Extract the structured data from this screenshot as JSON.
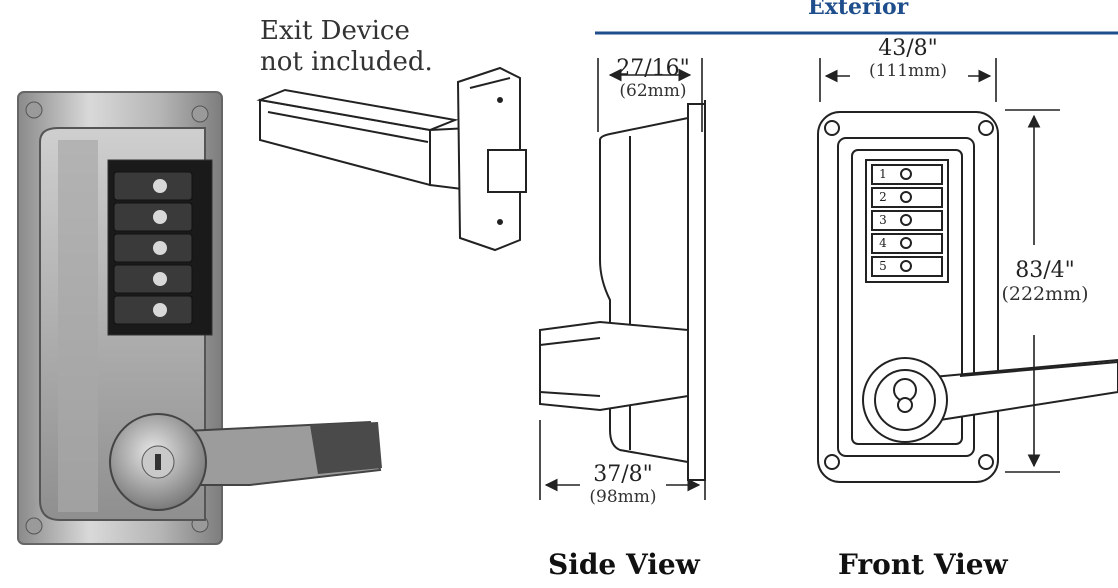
{
  "header": {
    "exterior_label": "Exterior"
  },
  "note": {
    "line1": "Exit Device",
    "line2": "not included."
  },
  "side_view": {
    "title": "Side View",
    "top_dim": {
      "main": "27/16\"",
      "metric": "(62mm)"
    },
    "bottom_dim": {
      "main": "37/8\"",
      "metric": "(98mm)"
    }
  },
  "front_view": {
    "title": "Front View",
    "width_dim": {
      "main": "43/8\"",
      "metric": "(111mm)"
    },
    "height_dim": {
      "main": "83/4\"",
      "metric": "(222mm)"
    },
    "keypad_labels": [
      "1",
      "2",
      "3",
      "4",
      "5"
    ]
  },
  "colors": {
    "banner": "#1f4e8c",
    "line": "#222222"
  }
}
